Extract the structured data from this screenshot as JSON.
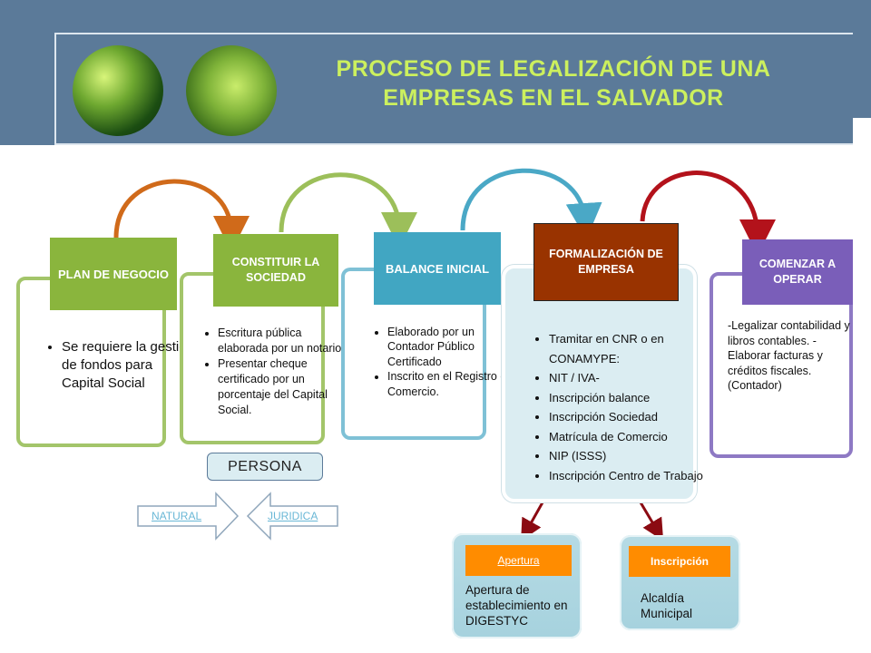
{
  "header": {
    "title_line1": "PROCESO DE LEGALIZACIÓN DE UNA",
    "title_line2": "EMPRESAS EN EL SALVADOR"
  },
  "steps": [
    {
      "label": "PLAN DE NEGOCIO",
      "color": "#8ab53d",
      "items": [
        "Se requiere la gestión de fondos para Capital Social"
      ]
    },
    {
      "label": "CONSTITUIR LA SOCIEDAD",
      "color": "#8ab53d",
      "items": [
        "Escritura pública elaborada por un notario.",
        "Presentar cheque certificado por un porcentaje del Capital Social."
      ]
    },
    {
      "label": "BALANCE INICIAL",
      "color": "#41a6c2",
      "items": [
        "Elaborado por un Contador Público Certificado",
        "Inscrito en el Registro de Comercio."
      ]
    },
    {
      "label": "FORMALIZACIÓN DE EMPRESA",
      "color": "#993300",
      "items": [
        "Tramitar en CNR o en CONAMYPE:",
        "NIT / IVA-",
        "Inscripción balance",
        "Inscripción Sociedad",
        "Matrícula de Comercio",
        "NIP (ISSS)",
        "Inscripción Centro de Trabajo"
      ]
    },
    {
      "label": "COMENZAR A OPERAR",
      "color": "#7a5eb9",
      "text": "-Legalizar contabilidad y libros contables. -Elaborar facturas y créditos fiscales. (Contador)"
    }
  ],
  "persona": {
    "label": "PERSONA",
    "left": "NATURAL",
    "right": "JURIDICA"
  },
  "substeps": [
    {
      "tag": "Apertura",
      "text": "Apertura de establecimiento en DIGESTYC"
    },
    {
      "tag": "Inscripción",
      "text": "Alcaldía Municipal"
    }
  ],
  "arc_colors": [
    "#d06a1a",
    "#9cbf5a",
    "#4aa8c6",
    "#b3121b"
  ]
}
